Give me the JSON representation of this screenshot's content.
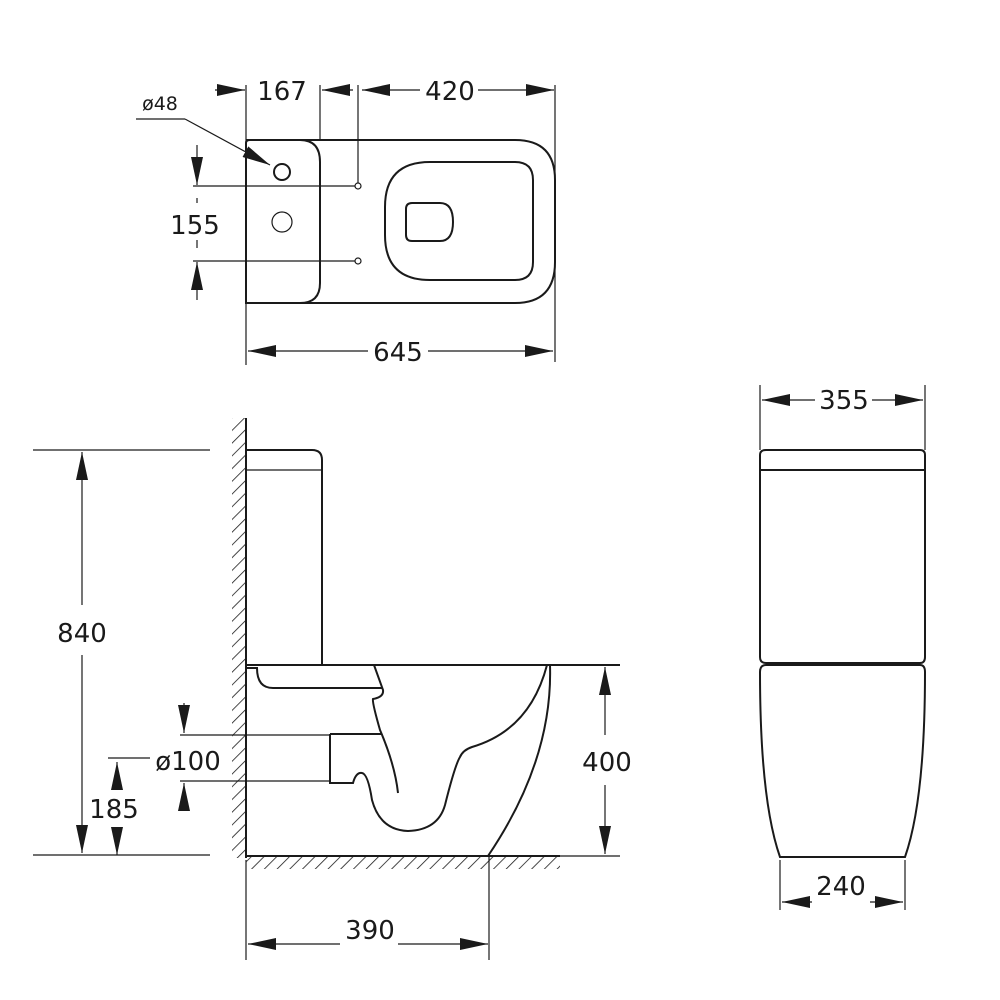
{
  "drawing": {
    "top_view": {
      "dim_tank": "167",
      "dim_bolt_to_front": "420",
      "dim_length": "645",
      "dim_bolt_spacing": "155",
      "dim_hole": "ø48"
    },
    "side_view": {
      "dim_height": "840",
      "dim_bowl_height": "400",
      "dim_outlet_diameter": "ø100",
      "dim_outlet_height": "185",
      "dim_wall_to_floor_edge": "390"
    },
    "front_view": {
      "dim_tank_width": "355",
      "dim_base_width": "240"
    },
    "colors": {
      "line": "#1a1a1a",
      "background": "#ffffff"
    }
  }
}
